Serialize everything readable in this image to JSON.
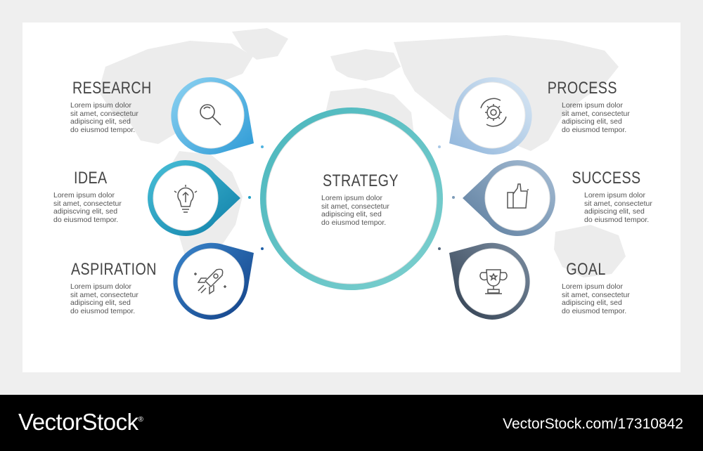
{
  "center": {
    "title": "STRATEGY",
    "lines": [
      "Lorem ipsum dolor",
      "sit amet, consectetur",
      "adipiscing elit, sed",
      "do eiusmod tempor."
    ]
  },
  "nodes": [
    {
      "title": "RESEARCH",
      "icon": "magnifier-icon",
      "color": "#4fb3e0",
      "lines": [
        "Lorem ipsum dolor",
        "sit amet, consectetur",
        "adipiscing elit, sed",
        "do eiusmod tempor."
      ]
    },
    {
      "title": "IDEA",
      "icon": "lightbulb-icon",
      "color": "#1e9ec4",
      "lines": [
        "Lorem ipsum dolor",
        "sit amet, consectetur",
        "adipiscving elit, sed",
        "do eiusmod tempor."
      ]
    },
    {
      "title": "ASPIRATION",
      "icon": "rocket-icon",
      "color": "#1f5fa8",
      "lines": [
        "Lorem ipsum dolor",
        "sit amet, consectetur",
        "adipiscing elit, sed",
        "do eiusmod tempor."
      ]
    },
    {
      "title": "PROCESS",
      "icon": "gear-icon",
      "color": "#a9c8e6",
      "lines": [
        "Lorem ipsum dolor",
        "sit amet, consectetur",
        "adipiscing elit, sed",
        "do eiusmod tempor."
      ]
    },
    {
      "title": "SUCCESS",
      "icon": "thumbs-up-icon",
      "color": "#7d9bb8",
      "lines": [
        "Lorem ipsum dolor",
        "sit amet, consectetur",
        "adipiscing elit, sed",
        "do eiusmod tempor."
      ]
    },
    {
      "title": "GOAL",
      "icon": "trophy-icon",
      "color": "#56697f",
      "lines": [
        "Lorem ipsum dolor",
        "sit amet, consectetur",
        "adipiscing elit, sed",
        "do eiusmod tempor."
      ]
    }
  ],
  "colors": {
    "center_ring": "#5dbfc4",
    "background": "#efefef",
    "card": "#ffffff",
    "map": "#f0f0f0"
  },
  "watermark": {
    "brand": "VectorStock",
    "registered": "®",
    "url": "VectorStock.com/17310842"
  }
}
